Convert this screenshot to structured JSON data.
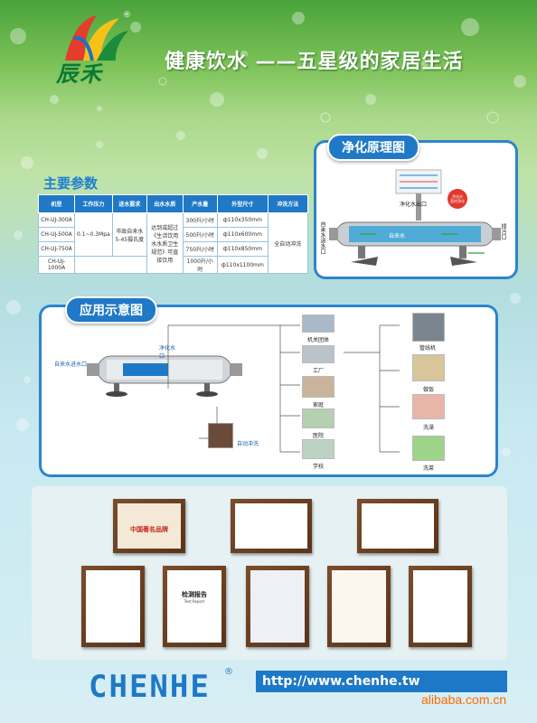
{
  "header": {
    "logo_text": "辰禾",
    "registered": "®",
    "headline": "健康饮水 ——五星级的家居生活"
  },
  "principle": {
    "title": "净化原理图",
    "label_outlet": "净化水出口",
    "label_inlet": "自来水进水口",
    "label_drain": "排污口",
    "label_tap": "自来水",
    "label_badge": "净化水",
    "label_badge2": "直饮净化"
  },
  "params": {
    "title": "主要参数",
    "headers": [
      "机型",
      "工作压力",
      "进水要求",
      "出水水质",
      "产水量",
      "外型尺寸",
      "冲洗方法"
    ],
    "models": [
      "CH-UJ-300A",
      "CH-UJ-500A",
      "CH-UJ-750A",
      "CH-UJ-1000A"
    ],
    "pressure": "0.1~0.3Mpa",
    "water_req": "市政自来水 5-45摄氏度",
    "quality": "达到或超过《生活饮用水水质卫生规范》可直接饮用",
    "outputs": [
      "300升/小时",
      "500升/小时",
      "750升/小时",
      "1000升/小时"
    ],
    "sizes": [
      "ф110x350mm",
      "ф110x600mm",
      "ф110x850mm",
      "ф110x1100mm"
    ],
    "flush": "全自动冲洗"
  },
  "application": {
    "title": "应用示意图",
    "inlet_label": "自来水进水口",
    "outlet_label": "净化水口",
    "flush_label": "自动冲洗",
    "places": [
      "机关团体",
      "工厂",
      "家庭",
      "医院",
      "学校"
    ],
    "uses": [
      "管线机",
      "做饭",
      "洗澡",
      "洗菜"
    ]
  },
  "footer": {
    "brand": "CHENHE",
    "registered": "®",
    "url": "http://www.chenhe.tw",
    "watermark": "alibaba.com.cn"
  },
  "certificates": {
    "cert1_text": "中国著名品牌",
    "cert6_title": "检测报告",
    "cert6_sub": "Test Report"
  }
}
